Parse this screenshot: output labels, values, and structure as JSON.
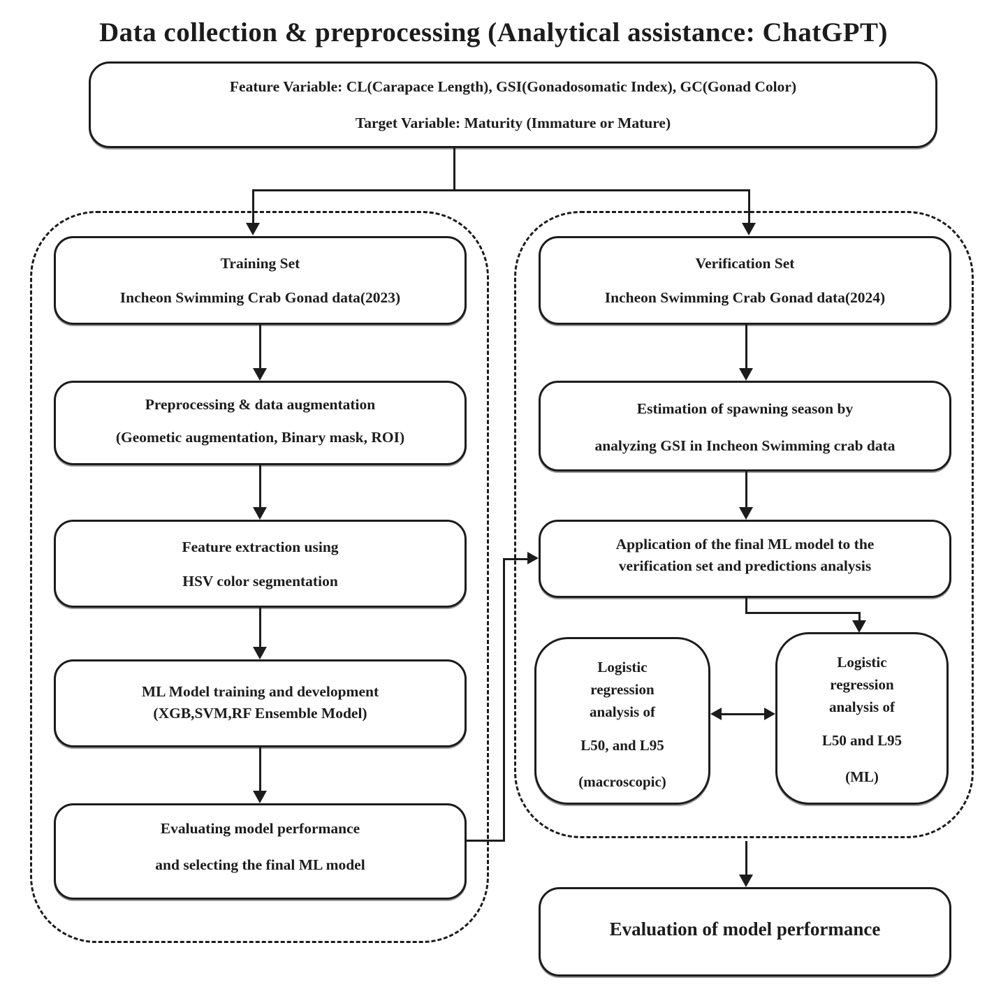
{
  "colors": {
    "ink": "#1c1c1c",
    "paper": "#ffffff"
  },
  "title": "Data collection & preprocessing (Analytical assistance: ChatGPT)",
  "variables_box": {
    "feature_line": "Feature Variable: CL(Carapace Length), GSI(Gonadosomatic Index), GC(Gonad Color)",
    "target_line": "Target Variable: Maturity (Immature or Mature)"
  },
  "training_pipeline": {
    "boxes": [
      {
        "line1": "Training Set",
        "line2": "Incheon Swimming Crab Gonad data(2023)"
      },
      {
        "line1": "Preprocessing & data augmentation",
        "line2": "(Geometic augmentation, Binary mask, ROI)"
      },
      {
        "line1": "Feature extraction using",
        "line2": "HSV color segmentation"
      },
      {
        "line1": "ML Model training and development",
        "line2": "(XGB,SVM,RF Ensemble Model)"
      },
      {
        "line1": "Evaluating model performance",
        "line2": "and selecting the final ML model"
      }
    ]
  },
  "verification_pipeline": {
    "boxes": [
      {
        "line1": "Verification Set",
        "line2": "Incheon Swimming Crab Gonad data(2024)"
      },
      {
        "line1": "Estimation of spawning season by",
        "line2": "analyzing GSI in Incheon Swimming crab data"
      },
      {
        "line1": "Application of the final ML model to the",
        "line2": "verification set and predictions analysis"
      }
    ],
    "logistic_macroscopic": {
      "line1": "Logistic",
      "line2": "regression",
      "line3": "analysis of",
      "line4": "L50, and L95",
      "line5": "(macroscopic)"
    },
    "logistic_ml": {
      "line1": "Logistic",
      "line2": "regression",
      "line3": "analysis of",
      "line4": "L50 and L95",
      "line5": "(ML)"
    }
  },
  "final_box": {
    "label": "Evaluation of model performance"
  }
}
